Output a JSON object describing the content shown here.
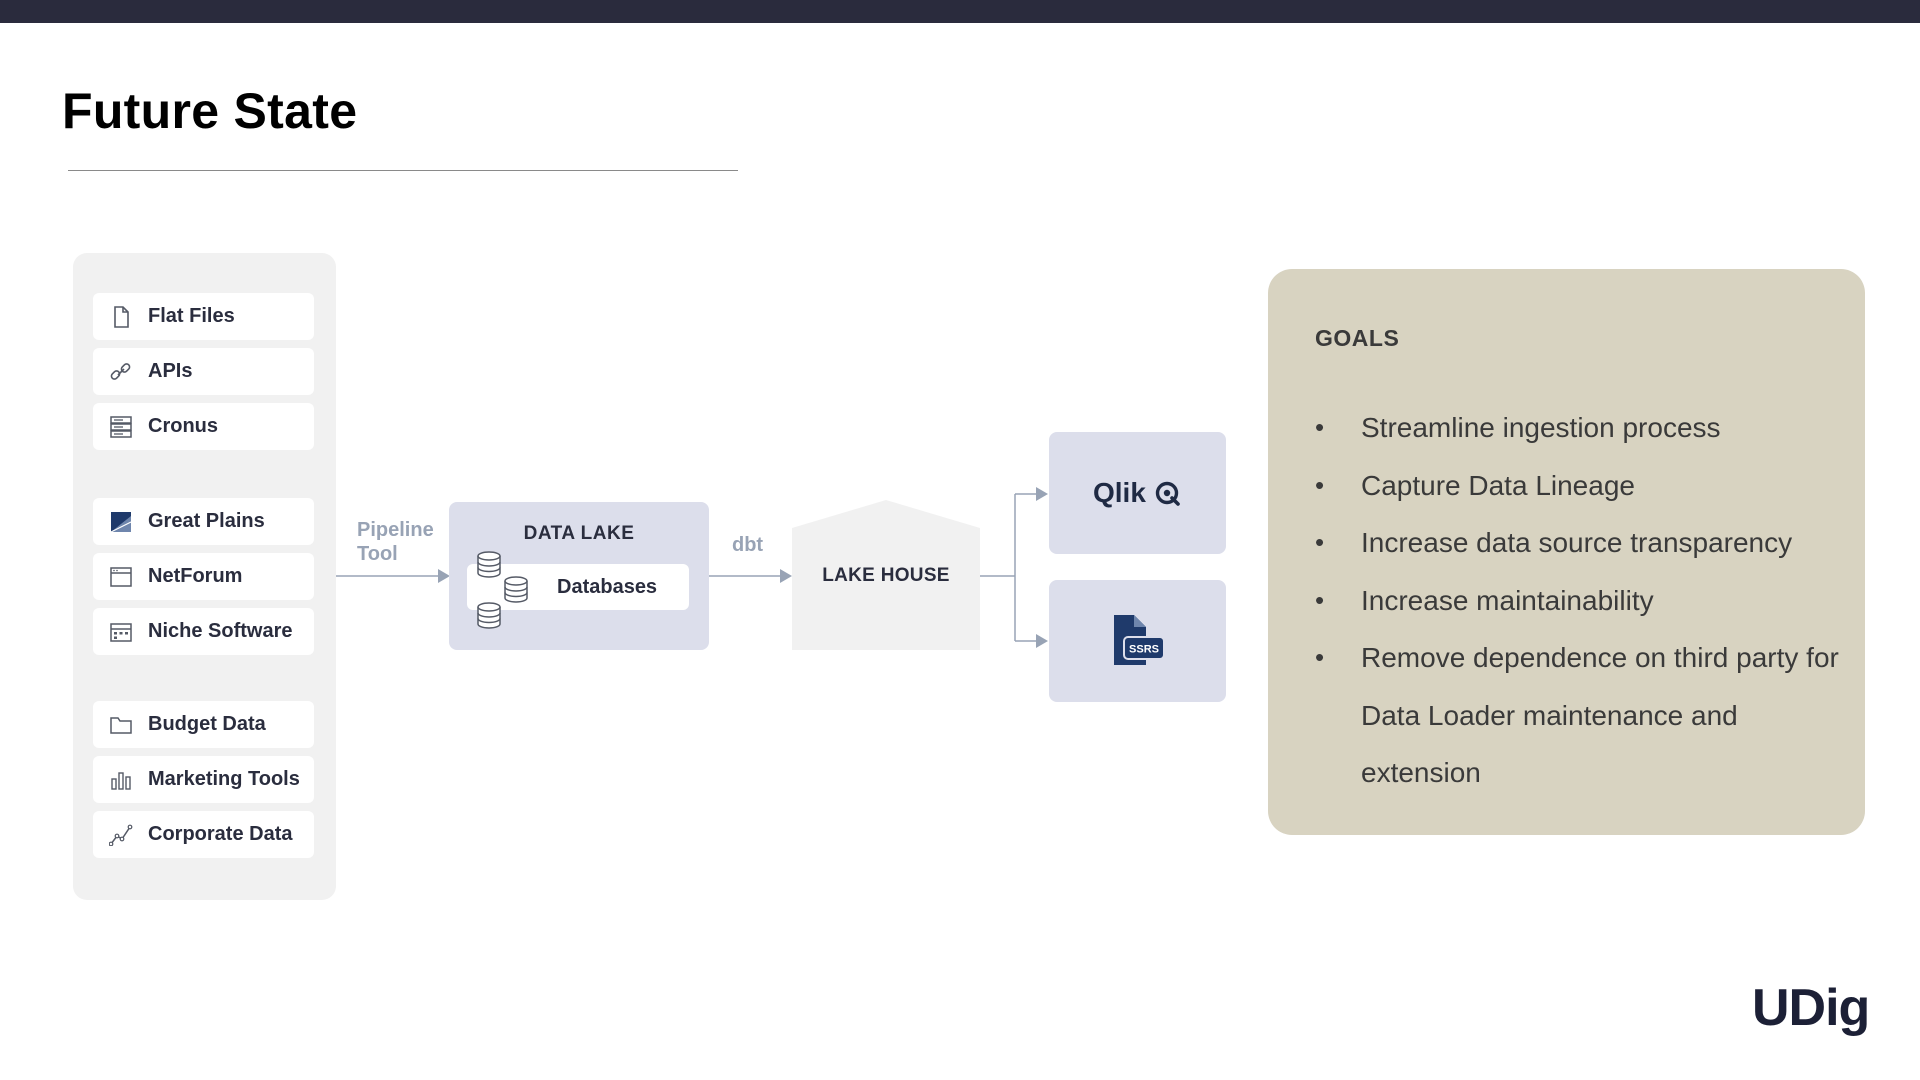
{
  "title": "Future State",
  "sources": {
    "group1": [
      {
        "label": "Flat Files",
        "icon": "file-icon"
      },
      {
        "label": "APIs",
        "icon": "api-link-icon"
      },
      {
        "label": "Cronus",
        "icon": "server-icon"
      }
    ],
    "group2": [
      {
        "label": "Great Plains",
        "icon": "great-plains-icon"
      },
      {
        "label": "NetForum",
        "icon": "window-icon"
      },
      {
        "label": "Niche Software",
        "icon": "calendar-icon"
      }
    ],
    "group3": [
      {
        "label": "Budget Data",
        "icon": "folder-icon"
      },
      {
        "label": "Marketing Tools",
        "icon": "bar-chart-icon"
      },
      {
        "label": "Corporate Data",
        "icon": "line-chart-icon"
      }
    ]
  },
  "connectors": {
    "pipeline_label": "Pipeline Tool",
    "dbt_label": "dbt"
  },
  "data_lake": {
    "title": "DATA LAKE",
    "databases_label": "Databases"
  },
  "lake_house": {
    "label": "LAKE HOUSE"
  },
  "tools": [
    {
      "name": "Qlik",
      "icon": "qlik-logo-icon"
    },
    {
      "name": "SSRS",
      "icon": "ssrs-report-icon"
    }
  ],
  "goals": {
    "heading": "GOALS",
    "items": [
      "Streamline ingestion process",
      "Capture Data Lineage",
      "Increase data source transparency",
      "Increase maintainability",
      "Remove dependence on third party for Data Loader maintenance and extension"
    ]
  },
  "brand": {
    "logo_text": "UDig"
  },
  "colors": {
    "topbar": "#2a2b3d",
    "box_fill": "#dcdeeb",
    "goals_fill": "#d8d3c1",
    "connector": "#98a3b5",
    "icon_navy": "#1f3a6b"
  }
}
